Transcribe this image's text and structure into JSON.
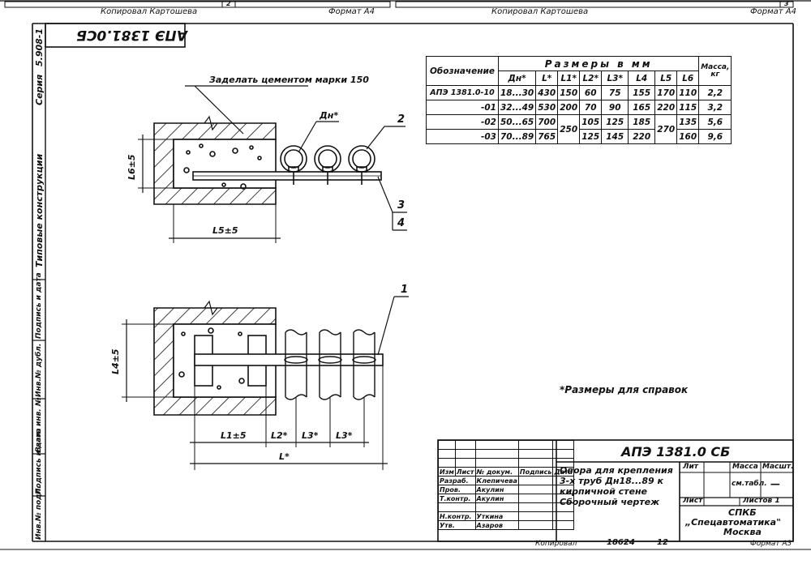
{
  "top_strip": {
    "left_header": "Копировал Картошева",
    "left_format": "Формат А4",
    "left_box": "2",
    "right_header": "Копировал Картошева",
    "right_format": "Формат А4",
    "right_box": "3"
  },
  "corner_box": {
    "code": "АПЭ 1381.0СБ"
  },
  "margin": {
    "series": "5.908-1",
    "series_label": "Серия",
    "typical": "Типовые конструкции",
    "sig_date_1": "Подпись и дата",
    "inv_dubl": "Инв.№ дубл.",
    "vzam": "Взам. инв. №",
    "sig_date_2": "Подпись и дата",
    "inv_podl": "Инв.№ подл."
  },
  "drawing": {
    "note_cement": "Заделать цементом марки 150",
    "dn_label": "Дн*",
    "l6": "L6±5",
    "l5": "L5±5",
    "l4": "L4±5",
    "l1": "L1±5",
    "l2": "L2*",
    "l3a": "L3*",
    "l3b": "L3*",
    "lstar": "L*",
    "callouts": [
      "1",
      "2",
      "3",
      "4"
    ],
    "reference_note": "*Размеры для справок"
  },
  "dims_table": {
    "group_header": "Размеры в мм",
    "col_designation": "Обозначение",
    "cols": [
      "Дн*",
      "L*",
      "L1*",
      "L2*",
      "L3*",
      "L4",
      "L5",
      "L6"
    ],
    "col_mass": "Масса, кг",
    "rows": [
      {
        "des": "АПЭ 1381.0-10",
        "dn": "18...30",
        "l": "430",
        "l1": "150",
        "l2": "60",
        "l3": "75",
        "l4": "155",
        "l5": "170",
        "l6": "110",
        "m": "2,2"
      },
      {
        "des": "-01",
        "dn": "32...49",
        "l": "530",
        "l1": "200",
        "l2": "70",
        "l3": "90",
        "l4": "165",
        "l5": "220",
        "l6": "115",
        "m": "3,2"
      },
      {
        "des": "-02",
        "dn": "50...65",
        "l": "700",
        "l1": "250",
        "l2": "105",
        "l3": "125",
        "l4": "185",
        "l5": "270",
        "l6": "135",
        "m": "5,6"
      },
      {
        "des": "-03",
        "dn": "70...89",
        "l": "765",
        "l1": "",
        "l2": "125",
        "l3": "145",
        "l4": "220",
        "l5": "",
        "l6": "160",
        "m": "9,6"
      }
    ]
  },
  "title_block": {
    "code": "АПЭ 1381.0 СБ",
    "header_row": [
      "Изм",
      "Лист",
      "№ докум.",
      "Подпись",
      "Дата"
    ],
    "people": [
      {
        "role": "Разраб.",
        "name": "Клепичева"
      },
      {
        "role": "Пров.",
        "name": "Акулин"
      },
      {
        "role": "Т.контр.",
        "name": "Акулин"
      },
      {
        "role": "Н.контр.",
        "name": "Уткина"
      },
      {
        "role": "Утв.",
        "name": "Азаров"
      }
    ],
    "title_lines": [
      "Опора для крепления",
      "3-х труб Дн18...89 к",
      "кирпичной стене",
      "Сборочный чертеж"
    ],
    "lit_label": "Лит",
    "mass_label": "Масса",
    "scale_label": "Масшт.",
    "mass_value": "см.табл.",
    "scale_value": "—",
    "sheet_label": "Лист",
    "sheets_label": "Листов 1",
    "org_lines": [
      "СПКБ",
      "„Спецавтоматика\"",
      "Москва"
    ]
  },
  "bottom_strip": {
    "copied": "Копировал",
    "number": "18624",
    "sheet": "12",
    "format": "Формат А3"
  }
}
